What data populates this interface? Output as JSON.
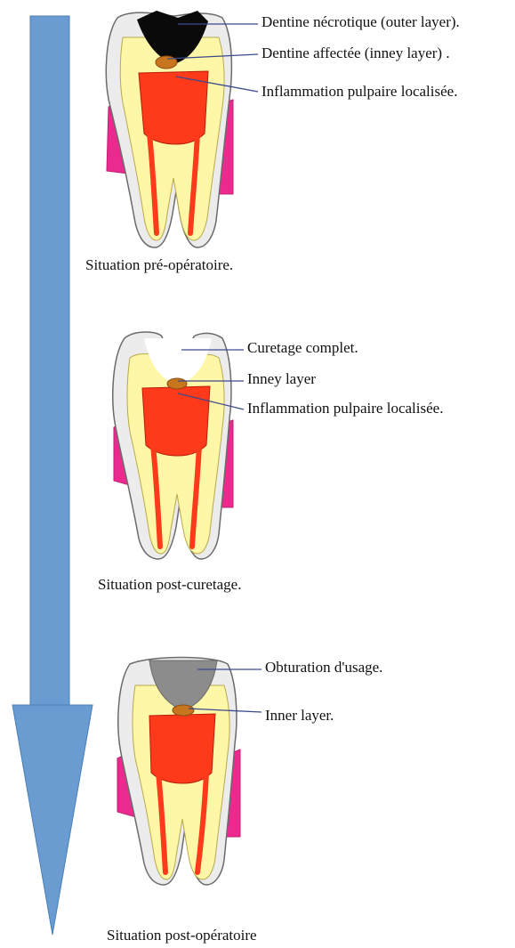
{
  "colors": {
    "arrow": "#6a9bd1",
    "arrow_edge": "#4a7fb8",
    "enamel": "#ececec",
    "dentin": "#fff7a8",
    "pulp": "#ff3a1a",
    "gum": "#ea2a8e",
    "necrotic": "#0a0a0a",
    "affected": "#c8761e",
    "filling": "#8c8c8c",
    "leader": "#3b4a8a"
  },
  "stages": [
    {
      "id": "pre-operative",
      "caption": "Situation pré-opératoire.",
      "labels": [
        "Dentine nécrotique (outer layer).",
        "Dentine affectée (inney layer) .",
        "Inflammation pulpaire localisée."
      ]
    },
    {
      "id": "post-curettage",
      "caption": "Situation post-curetage.",
      "labels": [
        "Curetage complet.",
        "Inney layer",
        "Inflammation pulpaire localisée."
      ]
    },
    {
      "id": "post-operative",
      "caption": "Situation post-opératoire",
      "labels": [
        "Obturation d'usage.",
        "Inner layer."
      ]
    }
  ]
}
